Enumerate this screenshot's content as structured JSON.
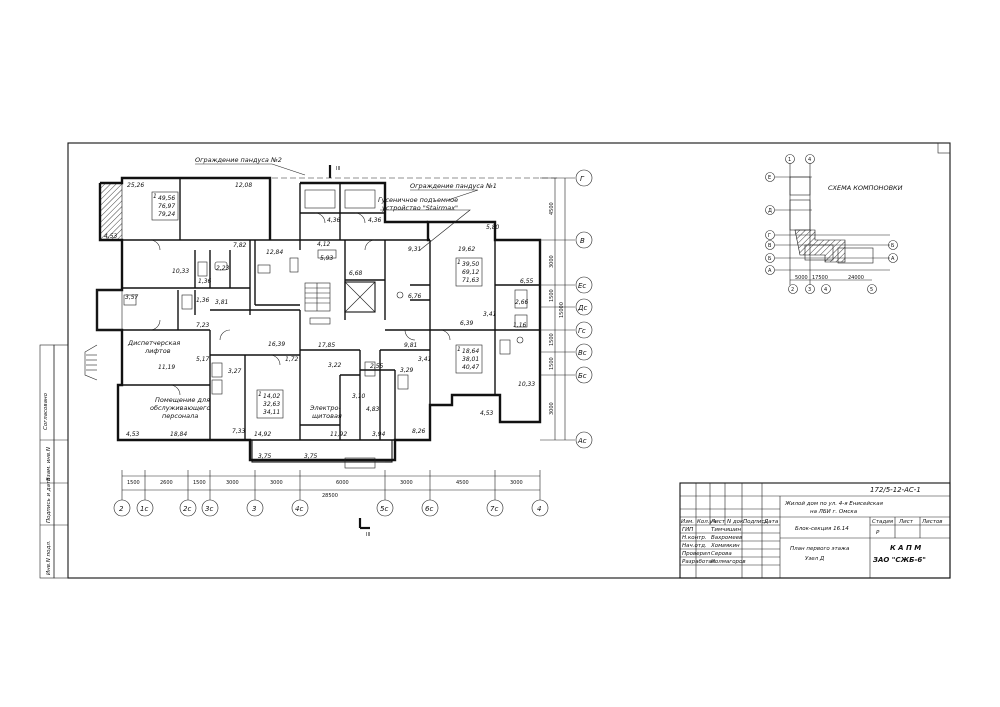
{
  "callouts": {
    "fence1": "Ограждение пандуса №2",
    "fence2": "Ограждение пандуса №1",
    "lift_device": "Гусеничное подъемное",
    "lift_device2": "устройство \"Stairmax\"",
    "section_top": "III",
    "section_bottom": "III"
  },
  "rooms": {
    "dispatch1": "Диспетчерская",
    "dispatch2": "лифтов",
    "staff1": "Помещение для",
    "staff2": "обслуживающего",
    "staff3": "персонала",
    "elec1": "Электро-",
    "elec2": "щитовая"
  },
  "areas": [
    "25,26",
    "12,08",
    "4,53",
    "7,82",
    "12,84",
    "4,12",
    "4,36",
    "4,36",
    "5,93",
    "6,68",
    "9,31",
    "19,62",
    "5,80",
    "10,33",
    "3,57",
    "2,23",
    "1,36",
    "3,81",
    "1,36",
    "7,23",
    "6,76",
    "6,55",
    "2,66",
    "6,39",
    "3,41",
    "1,16",
    "5,17",
    "17,85",
    "16,39",
    "1,72",
    "9,81",
    "3,41",
    "11,19",
    "3,29",
    "3,22",
    "2,55",
    "3,27",
    "3,10",
    "4,83",
    "10,33",
    "4,53",
    "18,84",
    "4,53",
    "7,33",
    "14,92",
    "11,92",
    "3,94",
    "8,26",
    "3,75",
    "3,75"
  ],
  "apartments": [
    {
      "n": "1",
      "a": "49,56",
      "b": "76,97",
      "c": "79,24"
    },
    {
      "n": "1",
      "a": "39,50",
      "b": "69,12",
      "c": "71,63"
    },
    {
      "n": "1",
      "a": "18,64",
      "b": "38,01",
      "c": "40,47"
    },
    {
      "n": "1",
      "a": "14,02",
      "b": "32,63",
      "c": "34,11"
    }
  ],
  "axes_right": [
    "Г",
    "В",
    "Ес",
    "Дс",
    "Гс",
    "Вс",
    "Бс",
    "Ас"
  ],
  "axes_bottom": [
    "2",
    "1с",
    "2с",
    "3с",
    "3",
    "4с",
    "5с",
    "6с",
    "7с",
    "4"
  ],
  "dims_bottom": [
    "1500",
    "2600",
    "1500",
    "3000",
    "3000",
    "6000",
    "3000",
    "4500",
    "3000"
  ],
  "dims_total": "28500",
  "dims_right": [
    "4500",
    "3000",
    "1500",
    "1500",
    "1500",
    "3000"
  ],
  "dims_right_total": "15000",
  "left_strip": {
    "agreed": "Согласовано",
    "inv_sub": "Инв.N подл.",
    "sign_date": "Подпись и дата",
    "inv_inst": "Взам. инв.N"
  },
  "scheme": {
    "title": "СХЕМА КОМПОНОВКИ",
    "axes_top": [
      "1",
      "4"
    ],
    "axes_left": [
      "Е",
      "Д",
      "Г",
      "В",
      "Б",
      "А"
    ],
    "axes_bottom": [
      "2",
      "3",
      "4",
      "5"
    ],
    "right_axes": [
      "Б",
      "А"
    ],
    "dims": [
      "5000",
      "17500",
      "24000"
    ]
  },
  "title_block": {
    "code": "172/5-12-АС-1",
    "project1": "Жилой дом по ул. 4-я Енисейская",
    "project2": "на ЛБИ г. Омска",
    "section": "Блок-секция 16.14",
    "sheet1": "План первого этажа",
    "sheet2": "Узел Д",
    "stage_h": "Стадия",
    "sheet_h": "Лист",
    "sheets_h": "Листов",
    "stage": "Р",
    "org1": "К А П М",
    "org2": "ЗАО \"СЖБ-6\"",
    "header": [
      "Изм.",
      "Кол.уч",
      "Лист",
      "N док.",
      "Подпись",
      "Дата"
    ],
    "roles": [
      "ГИП",
      "Н.контр.",
      "Нач.отд.",
      "Проверил",
      "Разработал"
    ],
    "names": [
      "Тимчишин",
      "Вахромеев",
      "Хомиякин",
      "Серова",
      "Колмагоров"
    ]
  }
}
